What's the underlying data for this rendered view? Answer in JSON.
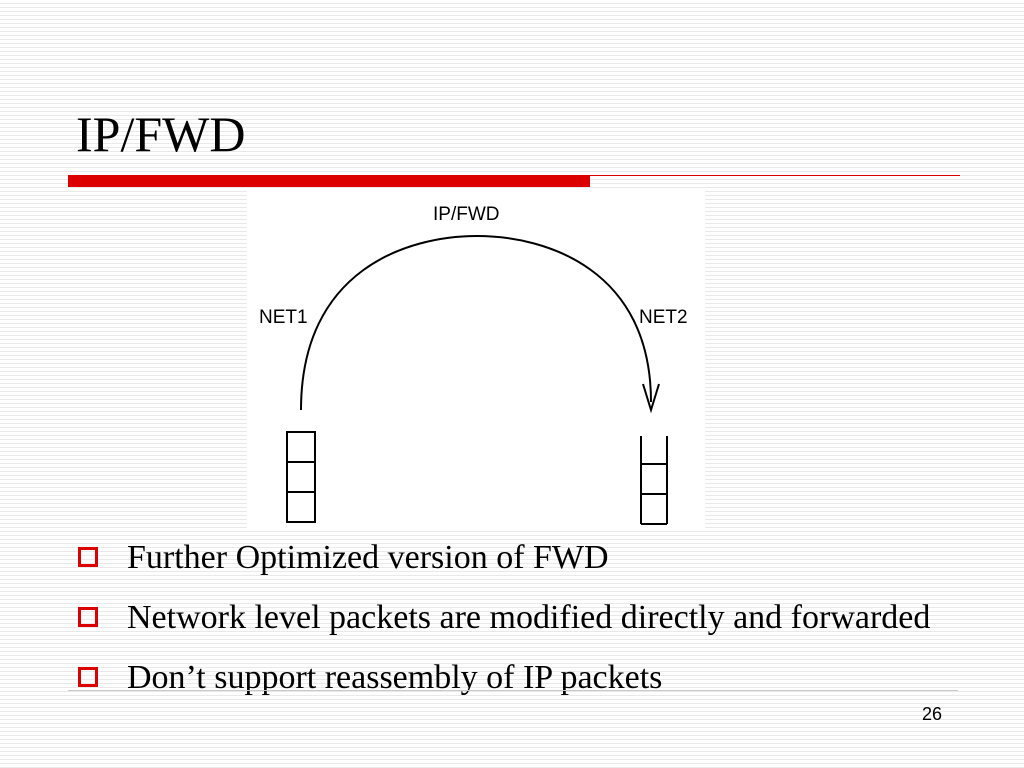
{
  "slide": {
    "title": "IP/FWD",
    "page_number": "26"
  },
  "figure": {
    "arc_label": "IP/FWD",
    "left_label": "NET1",
    "right_label": "NET2"
  },
  "bullets": [
    "Further Optimized version of FWD",
    "Network level packets are modified directly and forwarded",
    "Don’t support reassembly of IP packets"
  ],
  "colors": {
    "accent": "#dd0000",
    "text": "#000000"
  }
}
